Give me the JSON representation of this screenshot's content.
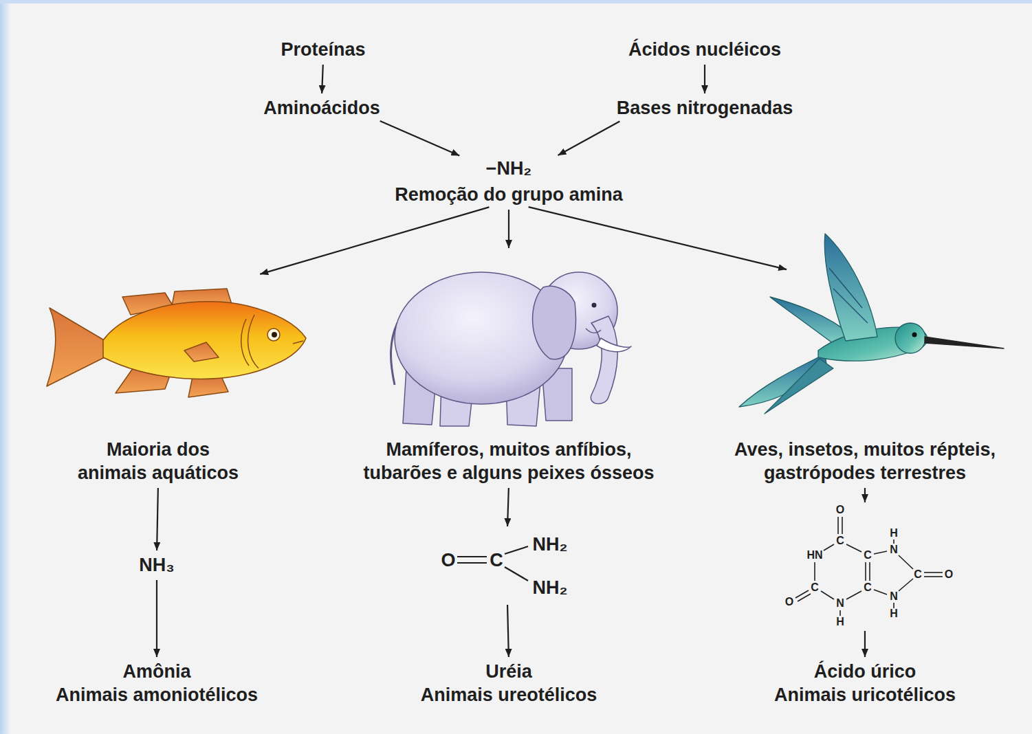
{
  "diagram": {
    "nodes": [
      {
        "text": [
          "Proteínas"
        ]
      },
      {
        "text": [
          "Aminoácidos"
        ]
      },
      {
        "text": [
          "Ácidos nucléicos"
        ]
      },
      {
        "text": [
          "Bases nitrogenadas"
        ]
      },
      {
        "text": [
          "−NH₂",
          "Remoção do grupo amina"
        ]
      },
      {
        "text": [
          "Maioria dos animais aquáticos"
        ]
      },
      {
        "text": [
          "Mamíferos, muitos anfíbios, tubarões e alguns peixes ósseos"
        ]
      },
      {
        "text": [
          "Aves, insetos, muitos répteis, gastrópodes terrestres"
        ]
      },
      {
        "text": [
          "NH₃"
        ]
      },
      {
        "text": [
          "Amônia",
          "Animais amoniotélicos"
        ]
      },
      {
        "text": [
          "O",
          "C",
          "NH₂",
          "NH₂"
        ]
      },
      {
        "text": [
          "Uréia",
          "Animais ureotélicos"
        ]
      },
      {
        "text": [
          "O",
          "C",
          "H",
          "N",
          "HN",
          "C",
          "C",
          "O",
          "C",
          "C",
          "N",
          "O",
          "N",
          "H",
          "H"
        ]
      },
      {
        "text": [
          "Ácido úrico",
          "Animais uricotélicos"
        ]
      }
    ],
    "edges": [
      {
        "from": 0,
        "to": 1,
        "arrow": "to"
      },
      {
        "from": 2,
        "to": 3,
        "arrow": "to"
      },
      {
        "from": 1,
        "to": 4,
        "arrow": "to"
      },
      {
        "from": 3,
        "to": 4,
        "arrow": "to"
      },
      {
        "from": 4,
        "to": 5,
        "arrow": "to"
      },
      {
        "from": 4,
        "to": 6,
        "arrow": "to"
      },
      {
        "from": 4,
        "to": 7,
        "arrow": "to"
      },
      {
        "from": 5,
        "to": 8,
        "arrow": "to"
      },
      {
        "from": 8,
        "to": 9,
        "arrow": "to"
      },
      {
        "from": 6,
        "to": 10,
        "arrow": "to"
      },
      {
        "from": 10,
        "to": 11,
        "arrow": "to"
      },
      {
        "from": 7,
        "to": 12,
        "arrow": "to"
      },
      {
        "from": 12,
        "to": 13,
        "arrow": "to"
      }
    ]
  }
}
